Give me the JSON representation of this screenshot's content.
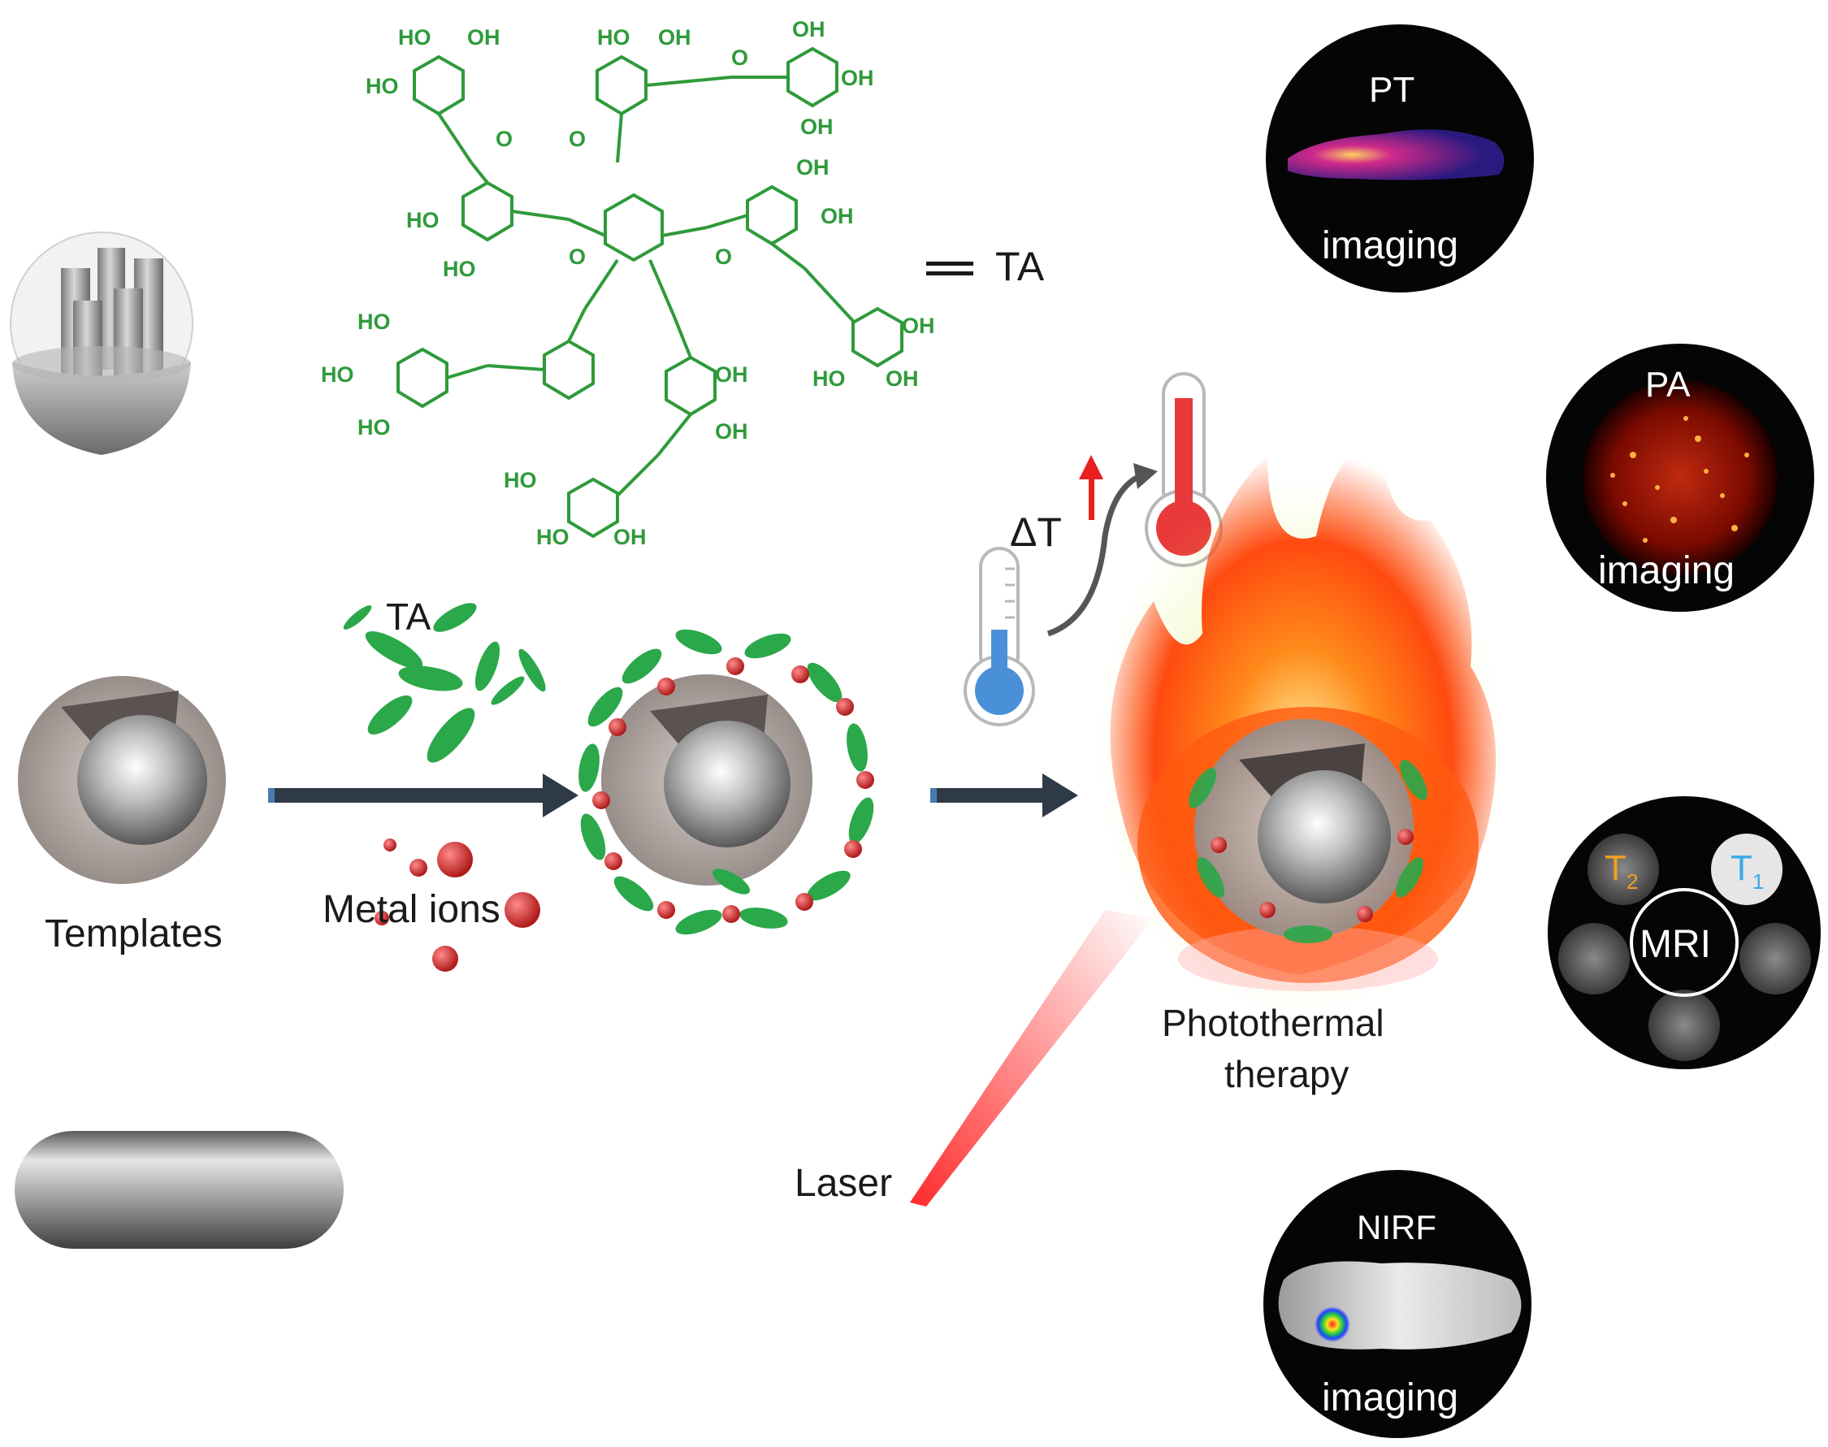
{
  "labels": {
    "ta_equals": "TA",
    "ta_small": "TA",
    "templates": "Templates",
    "metal_ions": "Metal ions",
    "delta_t": "ΔT",
    "photothermal_line1": "Photothermal",
    "photothermal_line2": "therapy",
    "laser": "Laser"
  },
  "imaging": {
    "pt": {
      "title": "PT",
      "caption": "imaging"
    },
    "pa": {
      "title": "PA",
      "caption": "imaging"
    },
    "mri": {
      "title": "MRI",
      "t2": "T",
      "t2_sub": "2",
      "t1": "T",
      "t1_sub": "1"
    },
    "nirf": {
      "title": "NIRF",
      "caption": "imaging"
    }
  },
  "molecule": {
    "hydroxyl": "OH",
    "hydroxyl_left": "HO",
    "carbonyl_o": "O"
  },
  "colors": {
    "molecule_green": "#2f9a3a",
    "leaf_green": "#2aa84a",
    "ion_red": "#d42a2a",
    "arrow_dark": "#2f3a48",
    "fire_orange": "#ff5a10",
    "fire_yellow": "#c8e030",
    "thermo_hot": "#e83a3a",
    "thermo_cold": "#4a90d8"
  }
}
